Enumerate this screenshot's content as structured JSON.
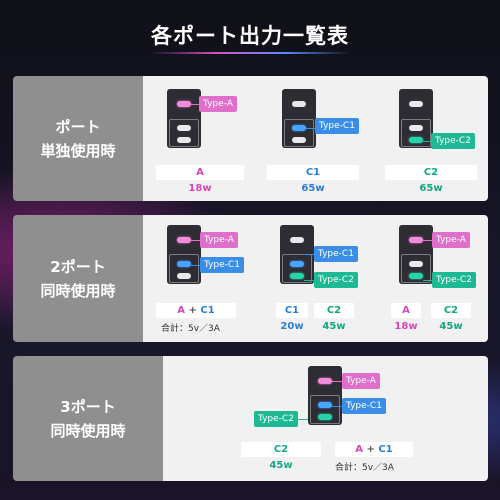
{
  "title": "各ポート出力一覧表",
  "rows": [
    {
      "label_line1": "ポート",
      "label_line2": "単独使用時",
      "cells": [
        {
          "tags": [
            "Type-A"
          ],
          "box": "A",
          "value": "18w"
        },
        {
          "tags": [
            "Type-C1"
          ],
          "box": "C1",
          "value": "65w"
        },
        {
          "tags": [
            "Type-C2"
          ],
          "box": "C2",
          "value": "65w"
        }
      ]
    },
    {
      "label_line1": "2ポート",
      "label_line2": "同時使用時",
      "cells": [
        {
          "tags": [
            "Type-A",
            "Type-C1"
          ],
          "box_a": "A",
          "box_plus": "+",
          "box_b": "C1",
          "sum": "合計：5v／3A"
        },
        {
          "tags": [
            "Type-C1",
            "Type-C2"
          ],
          "box1": "C1",
          "val1": "20w",
          "box2": "C2",
          "val2": "45w"
        },
        {
          "tags": [
            "Type-A",
            "Type-C2"
          ],
          "box1": "A",
          "val1": "18w",
          "box2": "C2",
          "val2": "45w"
        }
      ]
    },
    {
      "label_line1": "3ポート",
      "label_line2": "同時使用時",
      "cells": [
        {
          "tags": [
            "Type-A",
            "Type-C1",
            "Type-C2"
          ],
          "box1": "C2",
          "val1": "45w",
          "box_a": "A",
          "box_plus": "+",
          "box_b": "C1",
          "sum": "合計：5v／3A"
        }
      ]
    }
  ],
  "colors": {
    "type_a": "#e06fcc",
    "type_c1": "#3a8ee8",
    "type_c2": "#1db894",
    "label_bg": "#8f8f8f",
    "panel_bg": "#f1f1f1"
  }
}
